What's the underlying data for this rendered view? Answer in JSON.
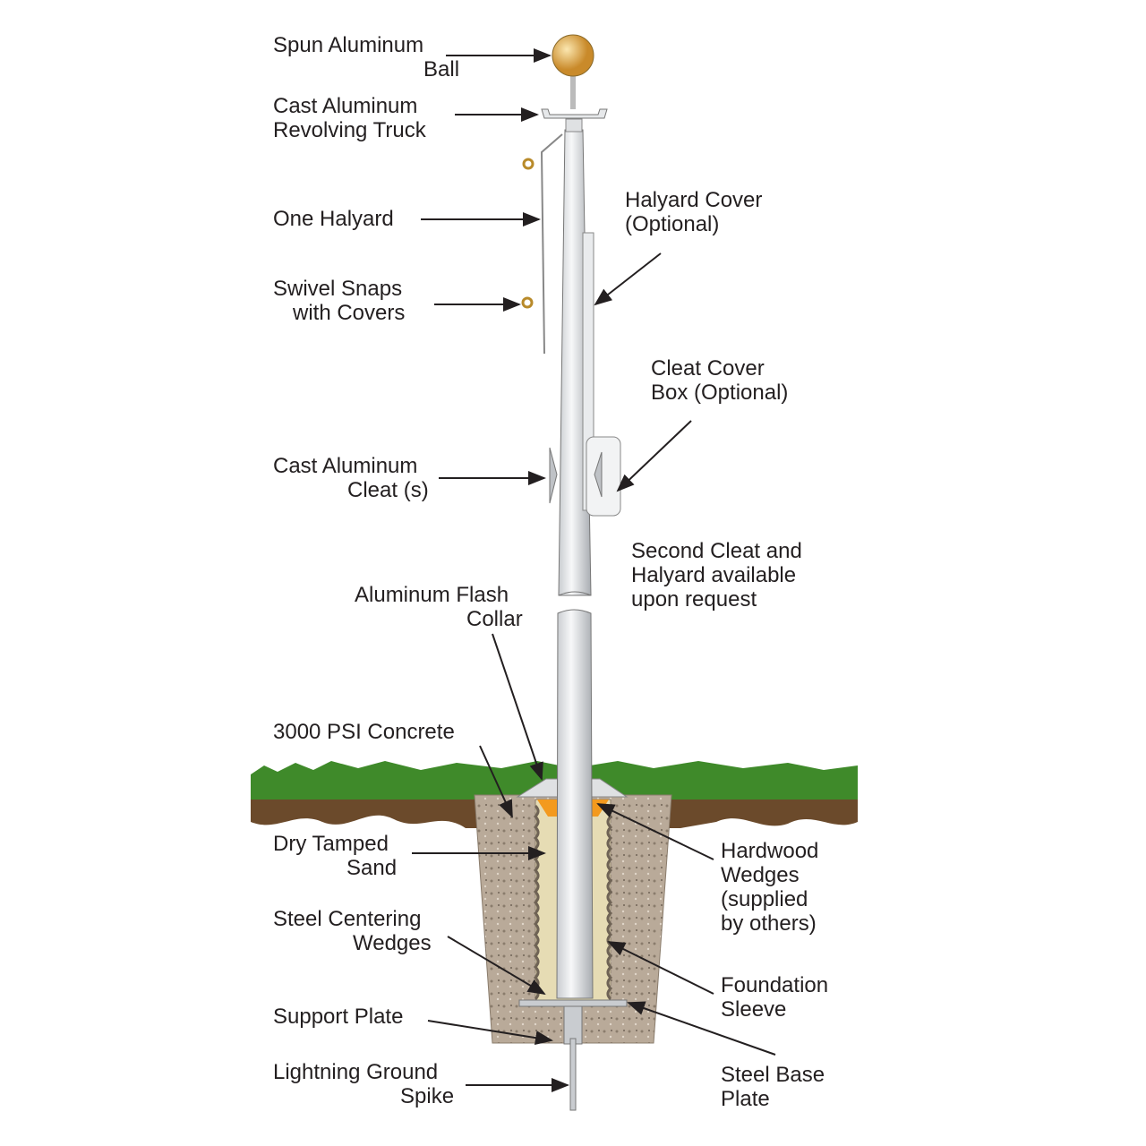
{
  "labels": {
    "ball": [
      "Spun Aluminum",
      "Ball"
    ],
    "truck": [
      "Cast Aluminum",
      "Revolving Truck"
    ],
    "halyard": [
      "One Halyard"
    ],
    "snaps": [
      "Swivel Snaps",
      "with Covers"
    ],
    "halyard_cover": [
      "Halyard Cover",
      "(Optional)"
    ],
    "cleat_cover": [
      "Cleat Cover",
      "Box (Optional)"
    ],
    "cleat": [
      "Cast Aluminum",
      "Cleat (s)"
    ],
    "second": [
      "Second Cleat and",
      "Halyard available",
      "upon request"
    ],
    "collar": [
      "Aluminum Flash",
      "Collar"
    ],
    "concrete": [
      "3000 PSI Concrete"
    ],
    "sand": [
      "Dry Tamped",
      "Sand"
    ],
    "hardwood": [
      "Hardwood",
      "Wedges",
      "(supplied",
      "by others)"
    ],
    "centering": [
      "Steel Centering",
      "Wedges"
    ],
    "sleeve": [
      "Foundation",
      "Sleeve"
    ],
    "support": [
      "Support Plate"
    ],
    "spike": [
      "Lightning Ground",
      "Spike"
    ],
    "base": [
      "Steel Base",
      "Plate"
    ]
  },
  "colors": {
    "grass": "#3f8a2a",
    "soil": "#6b4a2b",
    "concrete": "#b9aa99",
    "sand": "#e6dcb4",
    "ball": "#e7b75a",
    "wedge": "#f39a1e",
    "pole": "#e4e6e8"
  }
}
